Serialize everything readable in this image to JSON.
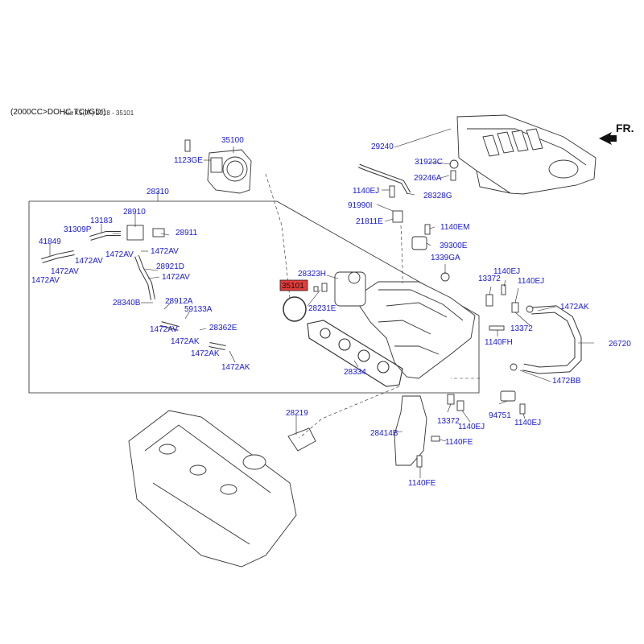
{
  "header": {
    "engine": "(2000CC>DOHC-TCI/GDI)",
    "model_ref": "Kia K5(JF) 2018 - 35101"
  },
  "direction": {
    "label": "FR."
  },
  "colors": {
    "part_label": "#1a1ad4",
    "highlight": "#e53b3b",
    "line": "#222222"
  },
  "callouts": [
    {
      "id": "c-2000",
      "text": "(2000CC>DOHC-TCI/GDI)"
    },
    {
      "id": "c-35100",
      "text": "35100"
    },
    {
      "id": "c-1123GE",
      "text": "1123GE"
    },
    {
      "id": "c-28310",
      "text": "28310"
    },
    {
      "id": "c-28910",
      "text": "28910"
    },
    {
      "id": "c-13183",
      "text": "13183"
    },
    {
      "id": "c-31309P",
      "text": "31309P"
    },
    {
      "id": "c-28911",
      "text": "28911"
    },
    {
      "id": "c-41849",
      "text": "41849"
    },
    {
      "id": "c-1472AV-a",
      "text": "1472AV"
    },
    {
      "id": "c-1472AV-b",
      "text": "1472AV"
    },
    {
      "id": "c-1472AV-c",
      "text": "1472AV"
    },
    {
      "id": "c-1472AV-d",
      "text": "1472AV"
    },
    {
      "id": "c-1472AV-e",
      "text": "1472AV"
    },
    {
      "id": "c-1472AV-f",
      "text": "1472AV"
    },
    {
      "id": "c-28921D",
      "text": "28921D"
    },
    {
      "id": "c-28340B",
      "text": "28340B"
    },
    {
      "id": "c-28912A",
      "text": "28912A"
    },
    {
      "id": "c-59133A",
      "text": "59133A"
    },
    {
      "id": "c-1472AV-g",
      "text": "1472AV"
    },
    {
      "id": "c-28362E",
      "text": "28362E"
    },
    {
      "id": "c-1472AK-a",
      "text": "1472AK"
    },
    {
      "id": "c-1472AK-b",
      "text": "1472AK"
    },
    {
      "id": "c-1472AK-c",
      "text": "1472AK"
    },
    {
      "id": "c-29240",
      "text": "29240"
    },
    {
      "id": "c-31923C",
      "text": "31923C"
    },
    {
      "id": "c-29246A",
      "text": "29246A"
    },
    {
      "id": "c-1140EJ-a",
      "text": "1140EJ"
    },
    {
      "id": "c-28328G",
      "text": "28328G"
    },
    {
      "id": "c-91990I",
      "text": "91990I"
    },
    {
      "id": "c-21811E",
      "text": "21811E"
    },
    {
      "id": "c-1140EM",
      "text": "1140EM"
    },
    {
      "id": "c-39300E",
      "text": "39300E"
    },
    {
      "id": "c-1339GA",
      "text": "1339GA"
    },
    {
      "id": "c-28323H",
      "text": "28323H"
    },
    {
      "id": "c-28231E",
      "text": "28231E"
    },
    {
      "id": "c-13372-a",
      "text": "13372"
    },
    {
      "id": "c-1140EJ-b",
      "text": "1140EJ"
    },
    {
      "id": "c-1140EJ-c",
      "text": "1140EJ"
    },
    {
      "id": "c-1472AK-d",
      "text": "1472AK"
    },
    {
      "id": "c-13372-b",
      "text": "13372"
    },
    {
      "id": "c-1140FH",
      "text": "1140FH"
    },
    {
      "id": "c-26720",
      "text": "26720"
    },
    {
      "id": "c-1472BB",
      "text": "1472BB"
    },
    {
      "id": "c-28334",
      "text": "28334"
    },
    {
      "id": "c-13372-c",
      "text": "13372"
    },
    {
      "id": "c-1140EJ-d",
      "text": "1140EJ"
    },
    {
      "id": "c-94751",
      "text": "94751"
    },
    {
      "id": "c-1140EJ-e",
      "text": "1140EJ"
    },
    {
      "id": "c-28219",
      "text": "28219"
    },
    {
      "id": "c-28414B",
      "text": "28414B"
    },
    {
      "id": "c-1140FE-a",
      "text": "1140FE"
    },
    {
      "id": "c-1140FE-b",
      "text": "1140FE"
    },
    {
      "id": "c-35101",
      "text": "35101",
      "highlight": true
    }
  ]
}
